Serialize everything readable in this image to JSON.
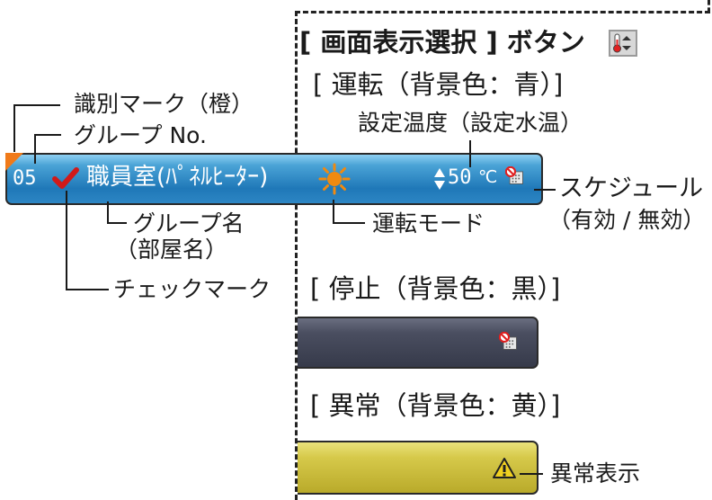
{
  "button_header": {
    "label": "[ 画面表示選択 ] ボタン",
    "icon": "thermometer-select-icon"
  },
  "sections": {
    "running": "[ 運転（背景色：青）]",
    "stopped": "[ 停止（背景色：黒）]",
    "error": "[ 異常（背景色：黄）]"
  },
  "running_bar": {
    "group_no": "05",
    "group_name": "職員室(ﾊﾟﾈﾙﾋｰﾀｰ)",
    "temperature": "50",
    "unit": "℃",
    "mode_icon": "sun-icon",
    "color": "#1f78b8"
  },
  "stopped_bar": {
    "color": "#3a3e4e"
  },
  "error_bar": {
    "color": "#c8bb3a",
    "warning_icon": "warning-icon"
  },
  "callouts": {
    "id_mark": "識別マーク（橙）",
    "group_no": "グループ No.",
    "set_temp": "設定温度（設定水温）",
    "schedule": "スケジュール",
    "schedule_sub": "（有効 / 無効）",
    "group_name": "グループ名",
    "group_name_sub": "（部屋名）",
    "run_mode": "運転モード",
    "check_mark": "チェックマーク",
    "error_display": "異常表示"
  },
  "colors": {
    "id_mark": "#f07a1a",
    "check": "#d11a1a",
    "sun": "#f08a10"
  }
}
